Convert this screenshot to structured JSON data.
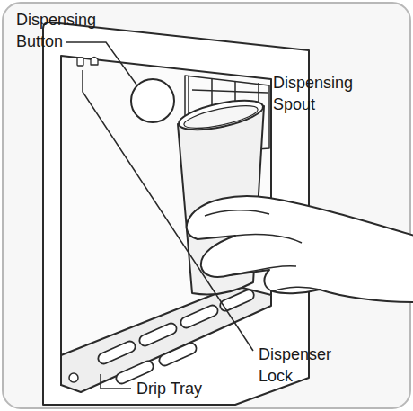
{
  "diagram": {
    "labels": [
      "Dispensing Button",
      "Dispensing Spout",
      "Dispenser Lock",
      "Drip Tray"
    ]
  }
}
